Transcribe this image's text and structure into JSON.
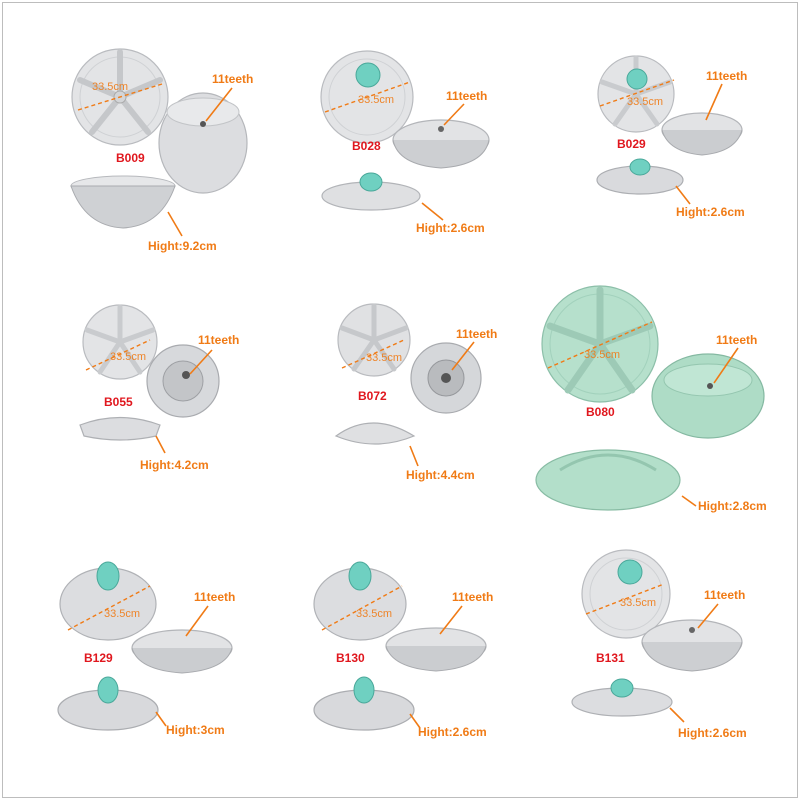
{
  "colors": {
    "code": "#e0171e",
    "annotation": "#f07b16",
    "part_gray": "#d9dadc",
    "part_gray_dark": "#b7b9bd",
    "part_green": "#b6e0cc",
    "cap_teal": "#6fd0c1"
  },
  "parts": [
    {
      "code": "B009",
      "teeth": "11teeth",
      "diameter": "33.5cm",
      "height": "Hight:9.2cm",
      "color": "gray",
      "cap": false
    },
    {
      "code": "B028",
      "teeth": "11teeth",
      "diameter": "33.5cm",
      "height": "Hight:2.6cm",
      "color": "gray",
      "cap": true
    },
    {
      "code": "B029",
      "teeth": "11teeth",
      "diameter": "33.5cm",
      "height": "Hight:2.6cm",
      "color": "gray",
      "cap": true
    },
    {
      "code": "B055",
      "teeth": "11teeth",
      "diameter": "33.5cm",
      "height": "Hight:4.2cm",
      "color": "gray",
      "cap": false
    },
    {
      "code": "B072",
      "teeth": "11teeth",
      "diameter": "33.5cm",
      "height": "Hight:4.4cm",
      "color": "gray",
      "cap": false
    },
    {
      "code": "B080",
      "teeth": "11teeth",
      "diameter": "33.5cm",
      "height": "Hight:2.8cm",
      "color": "green",
      "cap": false
    },
    {
      "code": "B129",
      "teeth": "11teeth",
      "diameter": "33.5cm",
      "height": "Hight:3cm",
      "color": "gray",
      "cap": true
    },
    {
      "code": "B130",
      "teeth": "11teeth",
      "diameter": "33.5cm",
      "height": "Hight:2.6cm",
      "color": "gray",
      "cap": true
    },
    {
      "code": "B131",
      "teeth": "11teeth",
      "diameter": "33.5cm",
      "height": "Hight:2.6cm",
      "color": "gray",
      "cap": true
    }
  ]
}
